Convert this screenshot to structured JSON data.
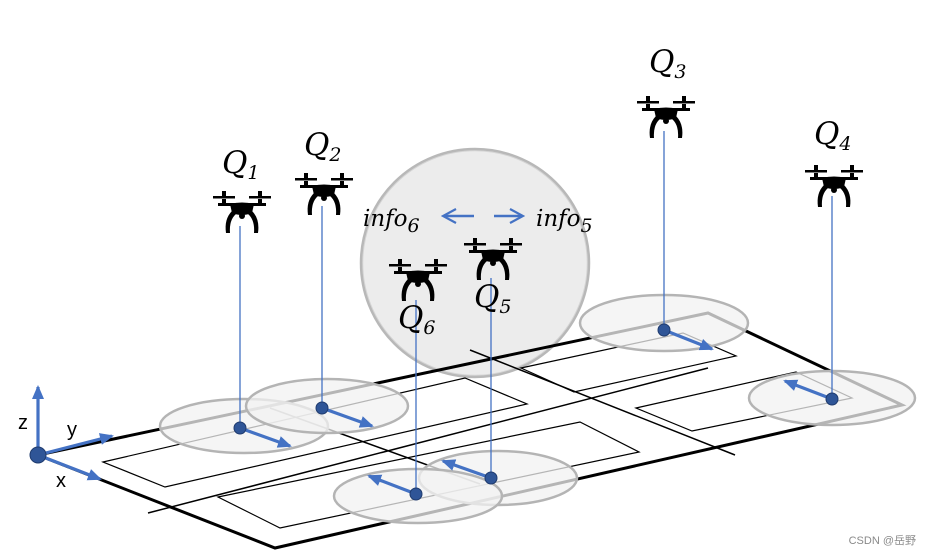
{
  "drones": [
    {
      "id": "q1",
      "letter": "Q",
      "sub": "1"
    },
    {
      "id": "q2",
      "letter": "Q",
      "sub": "2"
    },
    {
      "id": "q3",
      "letter": "Q",
      "sub": "3"
    },
    {
      "id": "q4",
      "letter": "Q",
      "sub": "4"
    },
    {
      "id": "q5",
      "letter": "Q",
      "sub": "5"
    },
    {
      "id": "q6",
      "letter": "Q",
      "sub": "6"
    }
  ],
  "info_left": {
    "text": "info",
    "sub": "6"
  },
  "info_right": {
    "text": "info",
    "sub": "5"
  },
  "axes": {
    "z": "z",
    "y": "y",
    "x": "x"
  },
  "watermark": "CSDN @岳野",
  "colors": {
    "blue": "#4472c4",
    "node": "#2f5597",
    "ellipse_fill": "#efefef",
    "ellipse_stroke": "#b4b4b4"
  },
  "icons": {
    "drone": "quadcopter-drone-icon"
  }
}
